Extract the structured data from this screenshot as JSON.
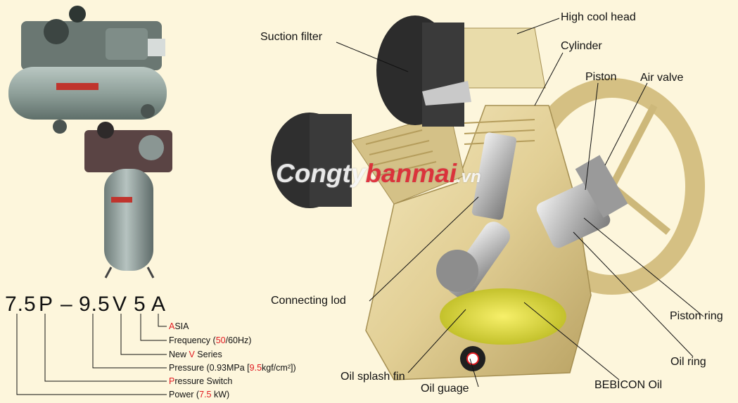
{
  "colors": {
    "background": "#fdf6dc",
    "accent_red": "#e0191f",
    "pump_gold": "#e2cf95",
    "tank_grey": "#8fa09a"
  },
  "watermark": {
    "part1": "Congty",
    "part2": "banmai",
    "part3": ".vn"
  },
  "model_code": {
    "power": "7.5",
    "p": "P",
    "dash": "–",
    "pressure": "9.5",
    "v": "V",
    "five": "5",
    "a": "A"
  },
  "legend": {
    "asia": {
      "highlight": "A",
      "rest": "SIA"
    },
    "frequency": {
      "prefix": "Frequency (",
      "highlight": "50",
      "suffix": "/60Hz)"
    },
    "series": {
      "prefix": "New ",
      "highlight": "V",
      "suffix": " Series"
    },
    "pressure": {
      "prefix": "Pressure (0.93MPa [",
      "highlight": "9.5",
      "suffix": "kgf/cm²])"
    },
    "switch": {
      "highlight": "P",
      "rest": "ressure Switch"
    },
    "power": {
      "prefix": "Power (",
      "highlight": "7.5",
      "suffix": " kW)"
    }
  },
  "parts": {
    "high_cool_head": "High cool head",
    "suction_filter": "Suction filter",
    "cylinder": "Cylinder",
    "piston": "Piston",
    "air_valve": "Air valve",
    "connecting_rod": "Connecting lod",
    "piston_ring": "Piston ring",
    "oil_ring": "Oil ring",
    "oil_splash_fin": "Oil splash fin",
    "oil_gauge": "Oil guage",
    "bebicon_oil": "BEBICON Oil"
  }
}
